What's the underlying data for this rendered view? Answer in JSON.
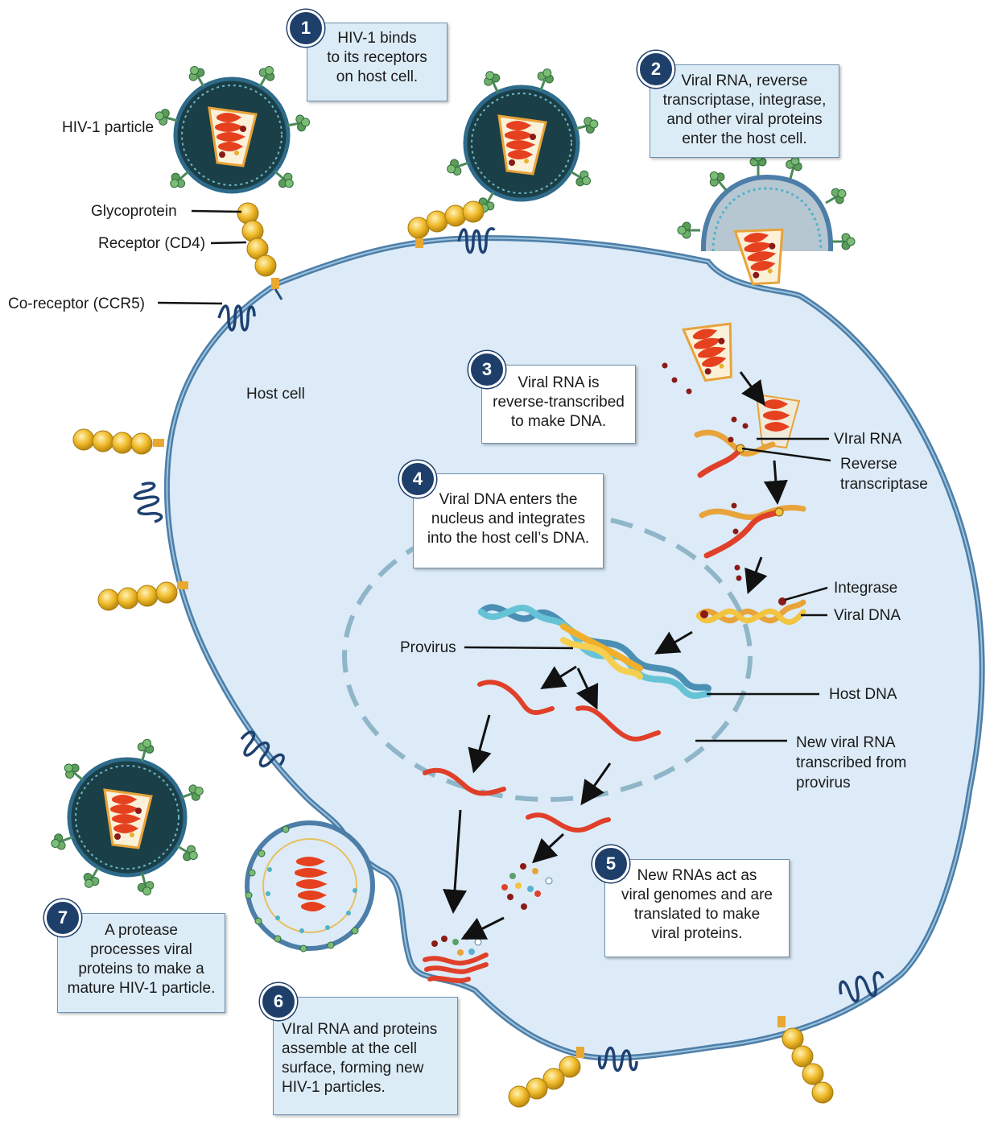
{
  "labels": {
    "hiv_particle": "HIV-1 particle",
    "glycoprotein": "Glycoprotein",
    "receptor": "Receptor (CD4)",
    "coreceptor": "Co-receptor (CCR5)",
    "host_cell": "Host cell",
    "viral_rna": "VIral RNA",
    "reverse_transcriptase": "Reverse\ntranscriptase",
    "integrase": "Integrase",
    "viral_dna": "Viral DNA",
    "provirus": "Provirus",
    "host_dna": "Host DNA",
    "new_viral_rna": "New viral RNA\ntranscribed from\nprovirus"
  },
  "steps": [
    {
      "number": "1",
      "text": "HIV-1 binds\nto its receptors\non host cell."
    },
    {
      "number": "2",
      "text": "Viral RNA, reverse\ntranscriptase, integrase,\nand other viral proteins\nenter the host cell."
    },
    {
      "number": "3",
      "text": "Viral RNA is\nreverse-transcribed\nto make DNA."
    },
    {
      "number": "4",
      "text": "Viral DNA enters the\nnucleus and integrates\ninto the host cell’s DNA."
    },
    {
      "number": "5",
      "text": "New RNAs act as\nviral genomes and are\ntranslated to make\nviral proteins."
    },
    {
      "number": "6",
      "text": "VIral RNA and proteins\nassemble at the cell\nsurface, forming new\nHIV-1 particles."
    },
    {
      "number": "7",
      "text": "A protease\nprocesses viral\nproteins to make a\nmature HIV-1 particle."
    }
  ],
  "colors": {
    "cytoplasm": "#dcebf7",
    "membrane": "#4d7ea8",
    "virion_core": "#17383f",
    "rna": "#e0402a",
    "receptor": "#e9b530",
    "box_fill": "#dcecf7"
  }
}
